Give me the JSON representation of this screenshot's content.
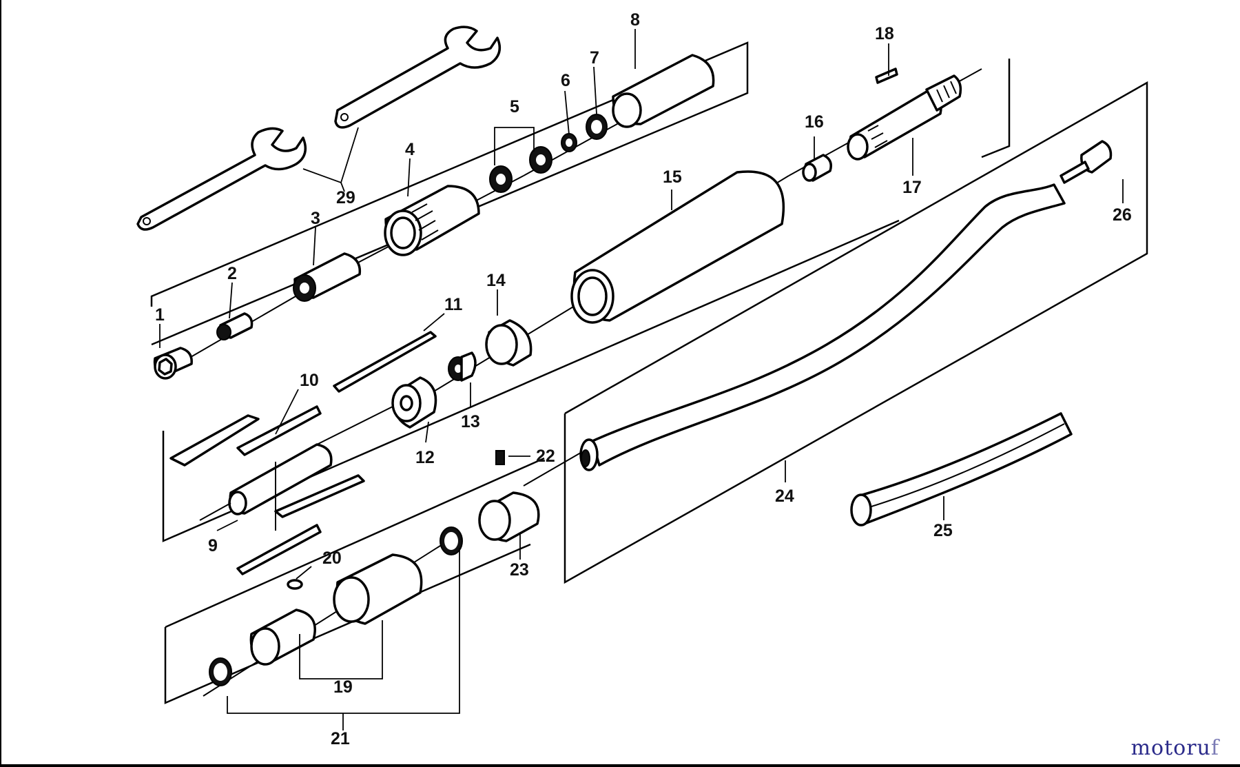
{
  "diagram": {
    "part_numbers": {
      "p1": "1",
      "p2": "2",
      "p3": "3",
      "p4": "4",
      "p5": "5",
      "p6": "6",
      "p7": "7",
      "p8": "8",
      "p9": "9",
      "p10": "10",
      "p11": "11",
      "p12": "12",
      "p13": "13",
      "p14": "14",
      "p15": "15",
      "p16": "16",
      "p17": "17",
      "p18": "18",
      "p19": "19",
      "p20": "20",
      "p21": "21",
      "p22": "22",
      "p23": "23",
      "p24": "24",
      "p25": "25",
      "p26": "26",
      "p29": "29"
    }
  },
  "watermark": {
    "text_a": "motoru",
    "text_b": "f"
  }
}
